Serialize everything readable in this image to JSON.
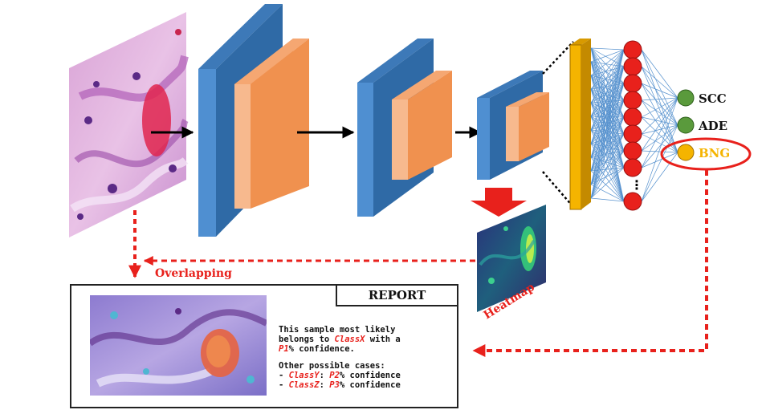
{
  "pipeline": {
    "classes": [
      "SCC",
      "ADE",
      "BNG"
    ],
    "selected_class": "BNG",
    "ellipsis": "⋮",
    "heatmap_label": "Heatmap",
    "overlapping_label": "Overlapping"
  },
  "report": {
    "title": "REPORT",
    "line1_a": "This sample most likely",
    "line2_a": "belongs to ",
    "line2_class": "ClassX",
    "line2_b": " with a",
    "line3_p": "P1",
    "line3_b": "% confidence.",
    "other_heading": "Other possible cases:",
    "case1_dash": "- ",
    "case1_class": "ClassY",
    "case1_sep": ": ",
    "case1_p": "P2",
    "case1_tail": "% confidence",
    "case2_dash": "- ",
    "case2_class": "ClassZ",
    "case2_sep": ": ",
    "case2_p": "P3",
    "case2_tail": "% confidence"
  },
  "colors": {
    "conv_blue": "#4f8fd1",
    "conv_orange": "#f0914f",
    "dense_yellow": "#f5b400",
    "neuron_red": "#e8211c",
    "output_green": "#5a9a3c",
    "arrow_red": "#e8211c"
  }
}
